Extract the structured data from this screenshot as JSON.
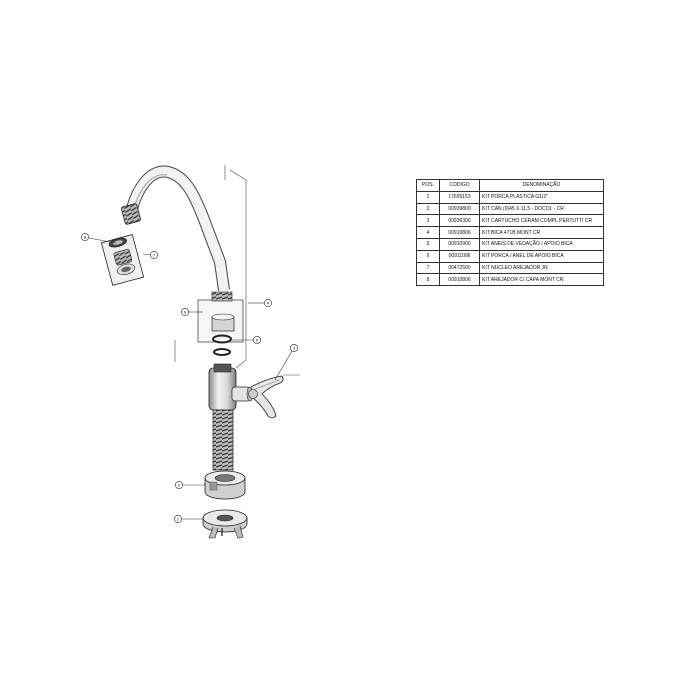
{
  "table": {
    "headers": {
      "pos": "POS.",
      "codigo": "CODIGO",
      "denominacao": "DENOMINAÇÃO"
    },
    "rows": [
      {
        "pos": "1",
        "codigo": "17695153",
        "denominacao": "KIT PORCA PLASTICA G1/2\""
      },
      {
        "pos": "2",
        "codigo": "00939800",
        "denominacao": "KIT CAN (0)45 X 11,5 - DOCOL - CR"
      },
      {
        "pos": "3",
        "codigo": "00936306",
        "denominacao": "KIT CARTUCHO CERAM COMPL PERTUTTI CR"
      },
      {
        "pos": "4",
        "codigo": "00910806",
        "denominacao": "KIT BICA 471B MONT CR"
      },
      {
        "pos": "5",
        "codigo": "00910900",
        "denominacao": "KIT ANEIS DE VEDAÇÃO / APOIO BICA"
      },
      {
        "pos": "6",
        "codigo": "00911006",
        "denominacao": "KIT PORCA / ANEL DE APOIO BICA"
      },
      {
        "pos": "7",
        "codigo": "00472500",
        "denominacao": "KIT NUCLEO AREJADOR JR"
      },
      {
        "pos": "8",
        "codigo": "00910806",
        "denominacao": "KIT AREJADOR C/ CAPA MONT CR"
      }
    ]
  },
  "callouts": {
    "c8": "8",
    "c7": "7",
    "c4": "4",
    "c6": "6",
    "c5": "5",
    "c3": "3",
    "c2": "2",
    "c1": "1"
  }
}
